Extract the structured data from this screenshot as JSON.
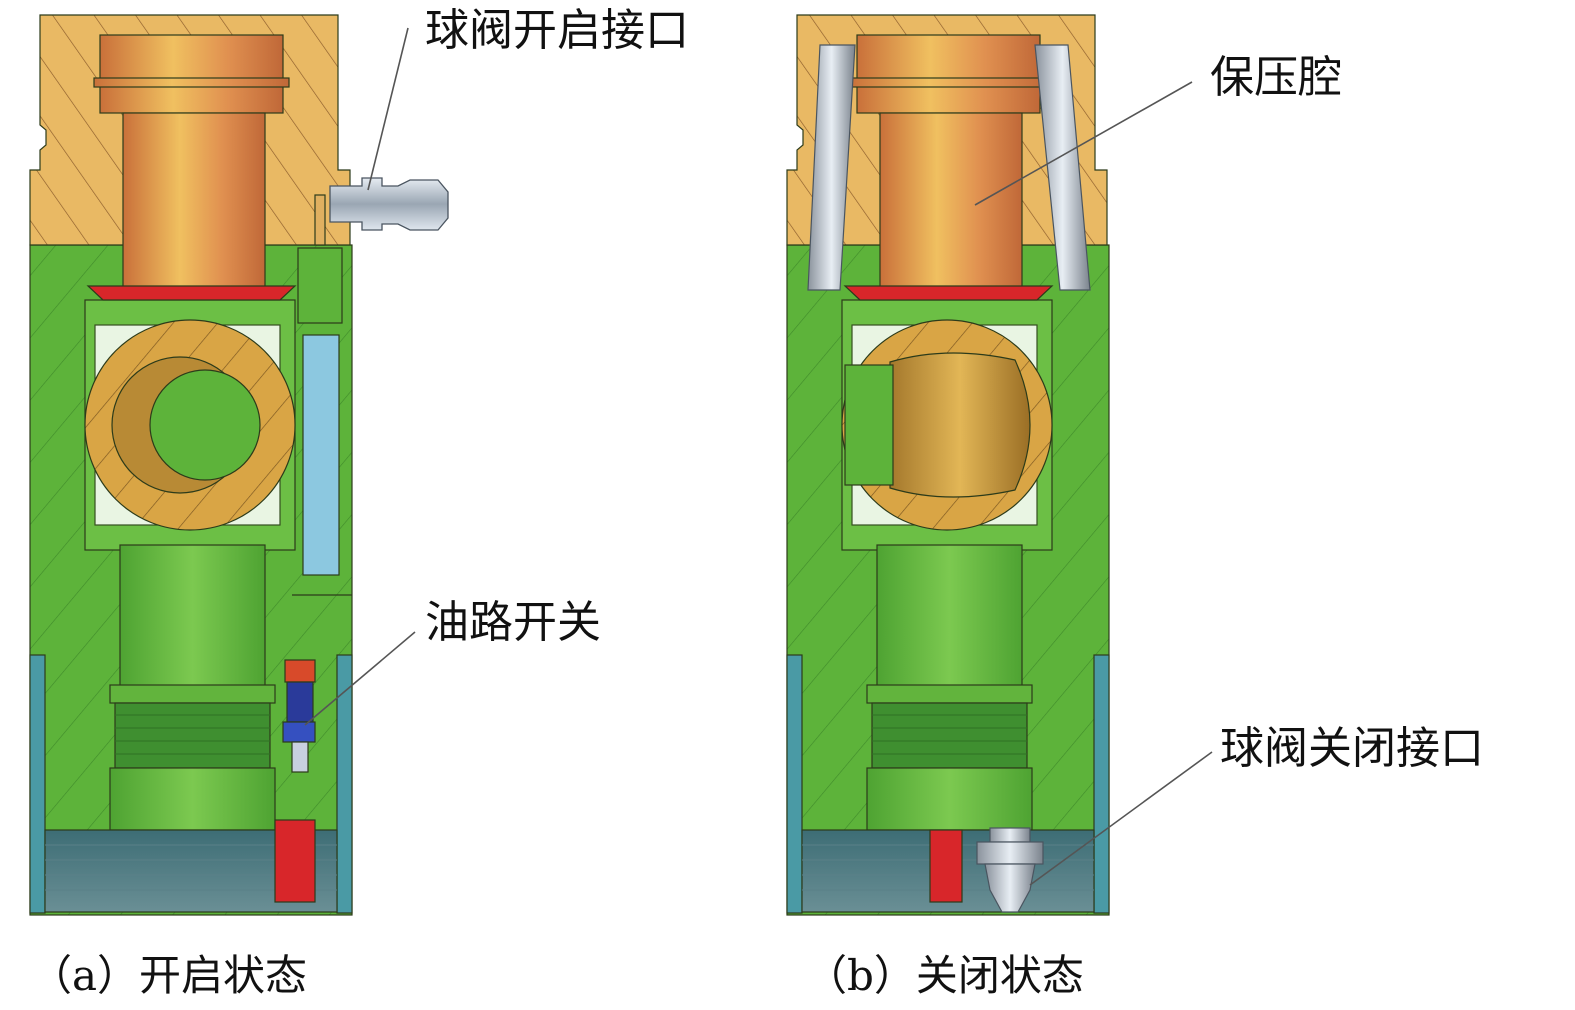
{
  "figure": {
    "panel_a": {
      "caption": "（a）开启状态",
      "labels": {
        "open_port": "球阀开启接口",
        "oil_switch": "油路开关"
      }
    },
    "panel_b": {
      "caption": "（b）关闭状态",
      "labels": {
        "pressure_chamber": "保压腔",
        "close_port": "球阀关闭接口"
      }
    },
    "colors": {
      "body_green": "#5db33a",
      "top_orange": "#e8b860",
      "pipe_copper": "#d98a4a",
      "ball_gold": "#d9a545",
      "seal_red": "#d8262a",
      "channel_blue": "#8cc8e0",
      "bottom_teal": "#4a8f98"
    }
  }
}
